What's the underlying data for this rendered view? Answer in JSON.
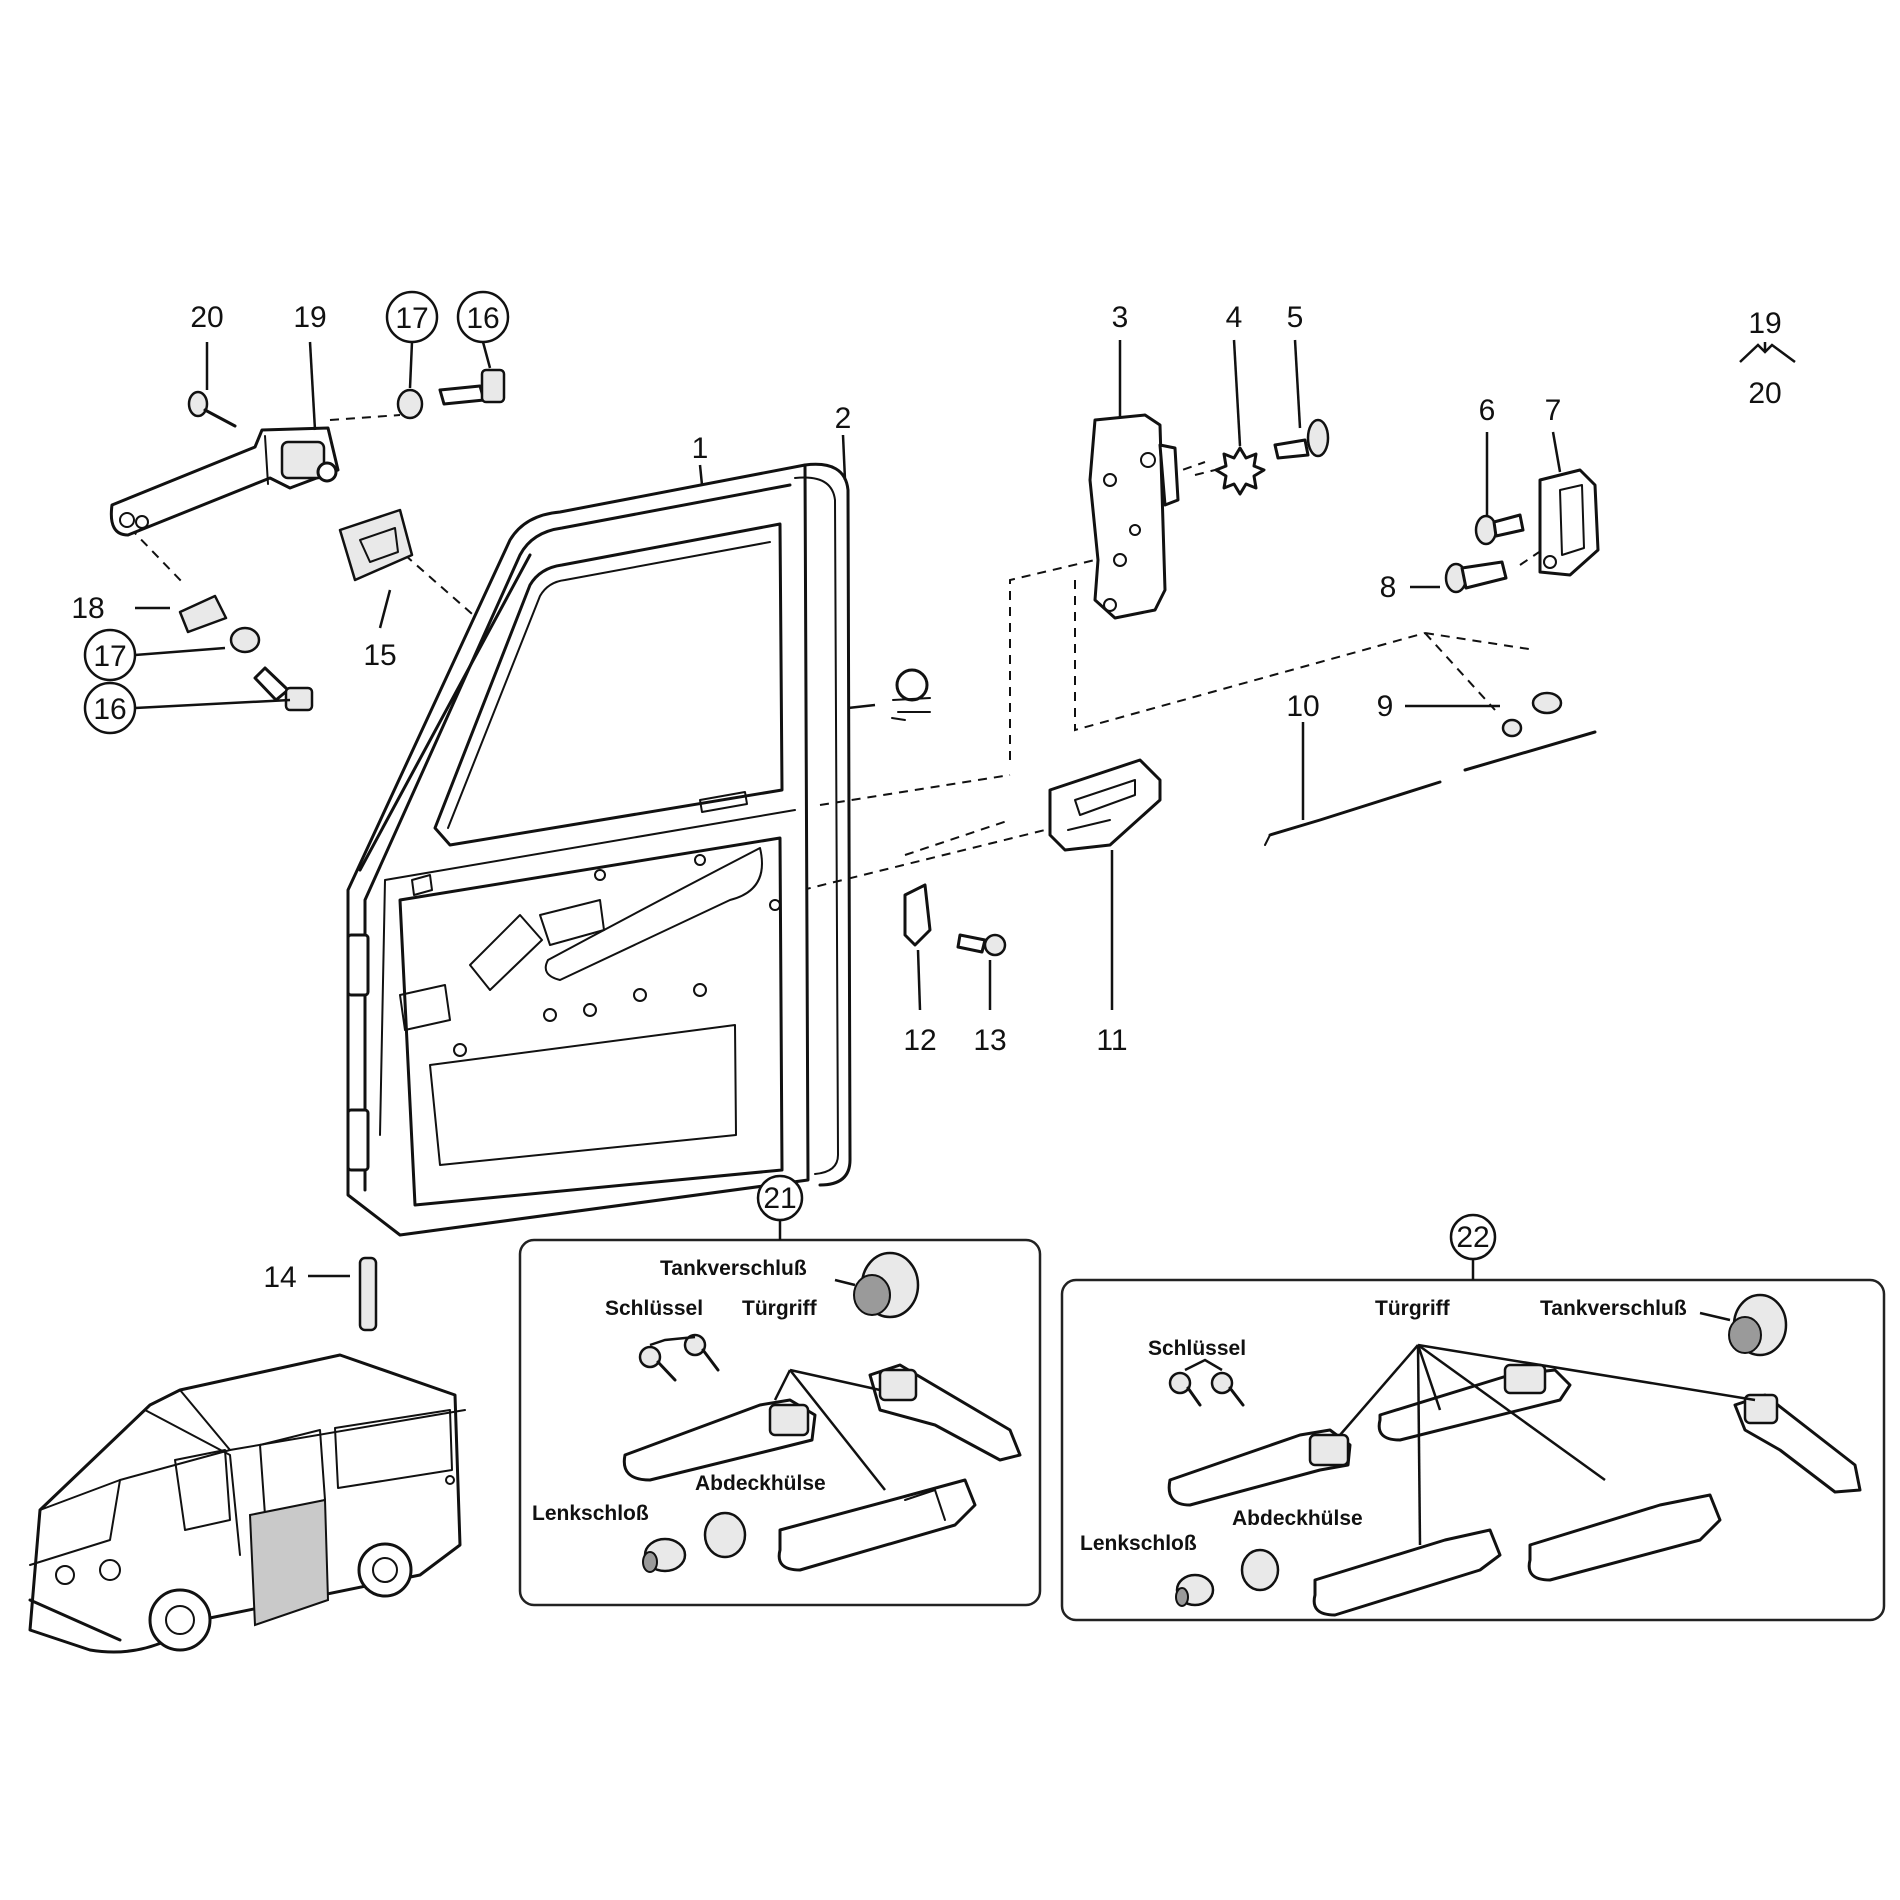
{
  "callouts": {
    "c1": "1",
    "c2": "2",
    "c3": "3",
    "c4": "4",
    "c5": "5",
    "c6": "6",
    "c7": "7",
    "c8": "8",
    "c9": "9",
    "c10": "10",
    "c11": "11",
    "c12": "12",
    "c13": "13",
    "c14": "14",
    "c15": "15",
    "c16a": "16",
    "c16b": "16",
    "c17a": "17",
    "c17b": "17",
    "c18": "18",
    "c19a": "19",
    "c20a": "20",
    "c19b": "19",
    "c20b": "20",
    "c21": "21",
    "c22": "22"
  },
  "kit21": {
    "tank": "Tankverschluß",
    "key": "Schlüssel",
    "handle": "Türgriff",
    "steer": "Lenkschloß",
    "cover": "Abdeckhülse"
  },
  "kit22": {
    "tank": "Tankverschluß",
    "key": "Schlüssel",
    "handle": "Türgriff",
    "steer": "Lenkschloß",
    "cover": "Abdeckhülse"
  }
}
